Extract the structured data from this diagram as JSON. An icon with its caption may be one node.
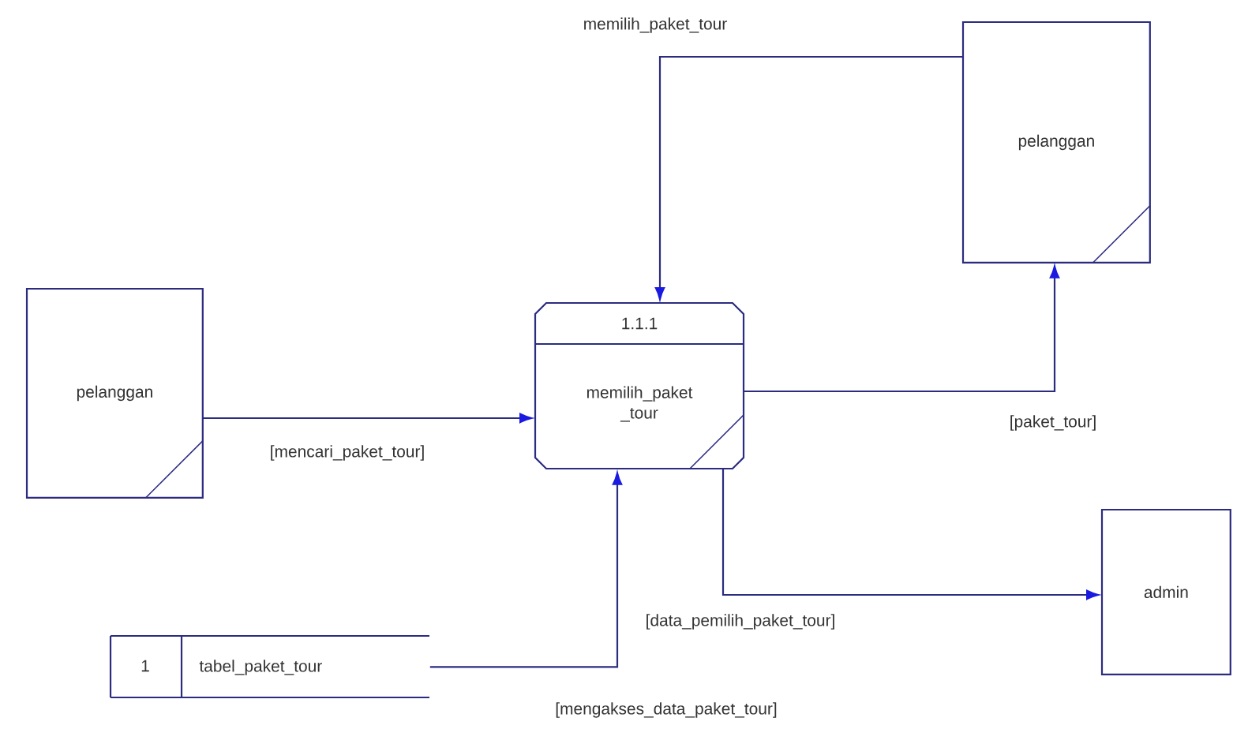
{
  "diagram": {
    "nodes": [
      {
        "text": [
          "pelanggan"
        ]
      },
      {
        "text": [
          "1.1.1",
          "memilih_paket _tour"
        ]
      },
      {
        "text": [
          "pelanggan"
        ]
      },
      {
        "text": [
          "admin"
        ]
      },
      {
        "text": [
          "1",
          "tabel_paket_tour"
        ]
      }
    ],
    "edges": [
      {
        "from": 2,
        "to": 1,
        "arrow": "to",
        "label": "memilih_paket_tour"
      },
      {
        "from": 0,
        "to": 1,
        "arrow": "to",
        "label": "[mencari_paket_tour]"
      },
      {
        "from": 1,
        "to": 2,
        "arrow": "to",
        "label": "[paket_tour]"
      },
      {
        "from": 4,
        "to": 1,
        "arrow": "to",
        "label": "[mengakses_data_paket_tour]"
      },
      {
        "from": 1,
        "to": 3,
        "arrow": "to",
        "label": "[data_pemilih_paket_tour]"
      }
    ]
  }
}
